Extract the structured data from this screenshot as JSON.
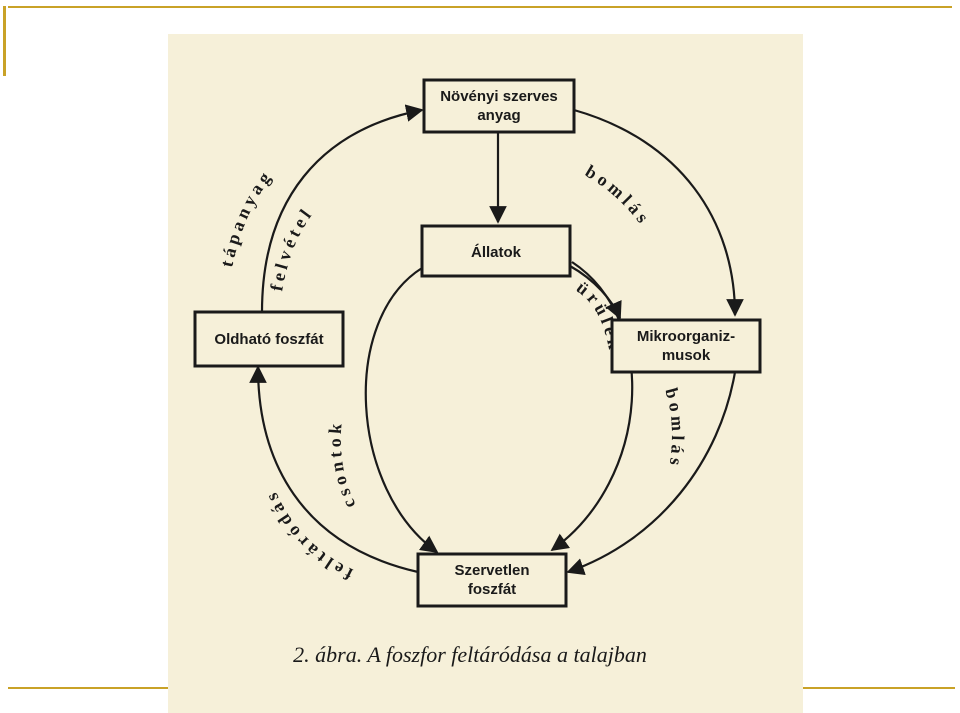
{
  "nodes": {
    "novenyi": [
      "Növényi szerves",
      "anyag"
    ],
    "allatok": [
      "Állatok"
    ],
    "mikro": [
      "Mikroorganiz-",
      "musok"
    ],
    "oldhato": [
      "Oldható foszfát"
    ],
    "szervetlen": [
      "Szervetlen",
      "foszfát"
    ]
  },
  "edges": {
    "tapanyag": "tápanyag",
    "felvetel": "felvétel",
    "bomlas_top": "bomlás",
    "urulek": "ürülék",
    "bomlas_right": "bomlás",
    "csontok": "csontok",
    "feltarodas": "feltáródás"
  },
  "caption": "2. ábra. A foszfor feltáródása a talajban",
  "colors": {
    "paper": "#f6f0d9",
    "ink": "#1a1a1a",
    "frame": "#c9a227"
  }
}
